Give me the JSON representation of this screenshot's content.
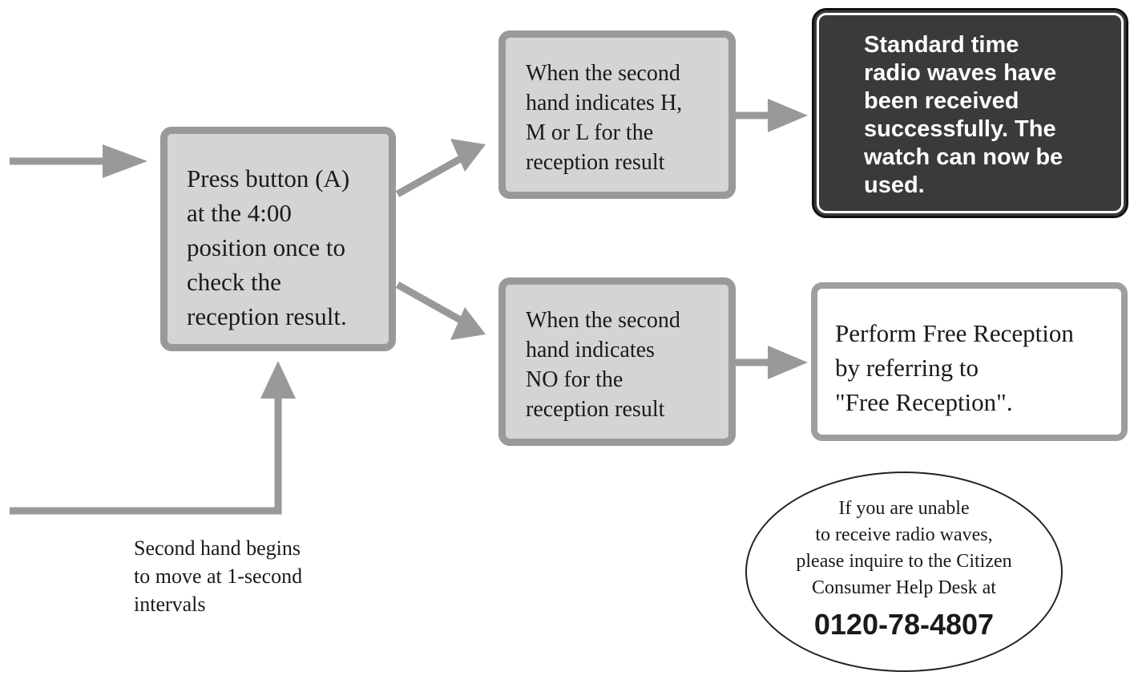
{
  "press_box": "Press button (A)\nat the 4:00\nposition once to\ncheck the\nreception result.",
  "hml_box": "When the second\nhand indicates H,\nM or L for the\nreception result",
  "no_box": "When the second\nhand indicates\nNO for the\nreception result",
  "success_box": "Standard time\nradio waves have\nbeen received\nsuccessfully. The\nwatch can now be\nused.",
  "free_box": "Perform Free Reception\nby referring to\n\"Free Reception\".",
  "second_hand_note": "Second hand begins\nto move at 1-second\nintervals",
  "help_desk": {
    "text": "If you are unable\nto receive radio waves,\nplease inquire to the Citizen\nConsumer Help Desk at",
    "phone": "0120-78-4807"
  },
  "colors": {
    "arrow": "#999999",
    "box_fill": "#d4d4d4",
    "dark_fill": "#3a3a3a"
  }
}
